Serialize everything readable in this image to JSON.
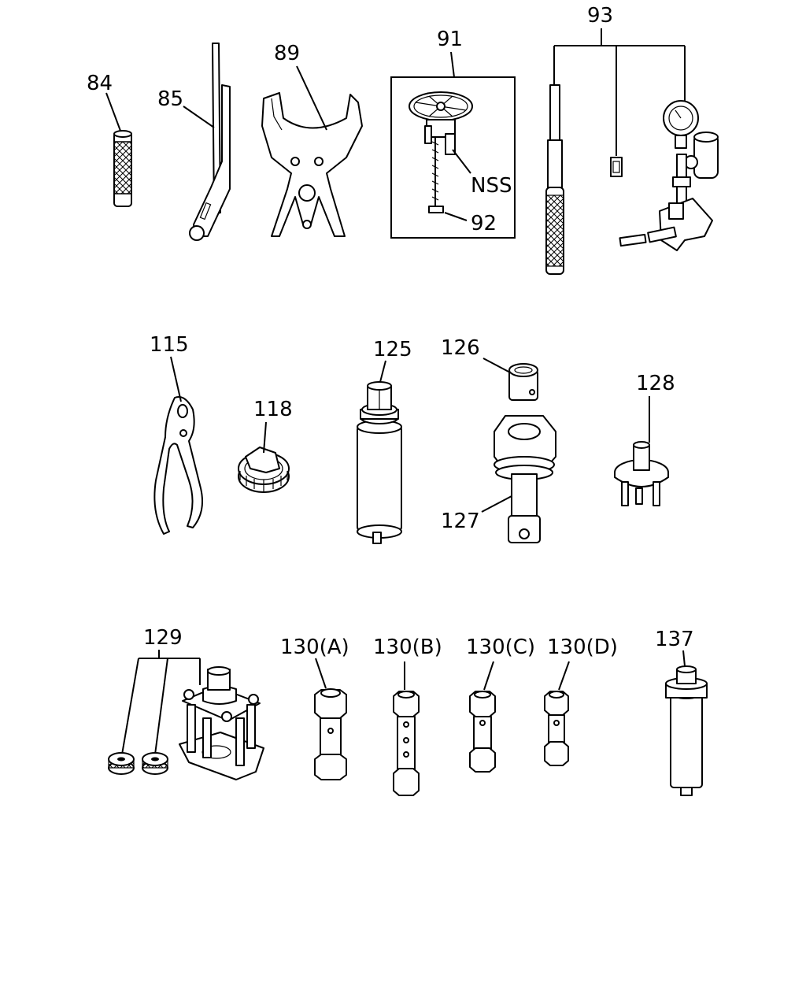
{
  "labels": {
    "l84": "84",
    "l85": "85",
    "l89": "89",
    "l91": "91",
    "lnss": "NSS",
    "l92": "92",
    "l93": "93",
    "l115": "115",
    "l118": "118",
    "l125": "125",
    "l126": "126",
    "l127": "127",
    "l128": "128",
    "l129": "129",
    "l130a": "130(A)",
    "l130b": "130(B)",
    "l130c": "130(C)",
    "l130d": "130(D)",
    "l137": "137"
  }
}
